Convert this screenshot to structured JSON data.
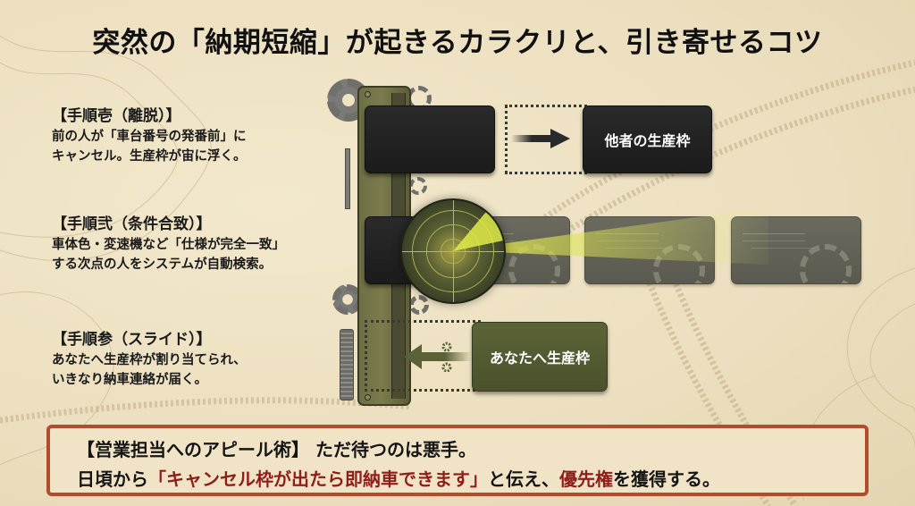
{
  "title": "突然の「納期短縮」が起きるカラクリと、引き寄せるコツ",
  "steps": [
    {
      "heading": "【手順壱（離脱）】",
      "lines": [
        "前の人が「車台番号の発番前」に",
        "キャンセル。生産枠が宙に浮く。"
      ]
    },
    {
      "heading": "【手順弐（条件合致）】",
      "lines": [
        "車体色・変速機など「仕様が完全一致」",
        "する次点の人をシステムが自動検索。"
      ]
    },
    {
      "heading": "【手順参（スライド）】",
      "lines": [
        "あなたへ生産枠が割り当てられ、",
        "いきなり納車連絡が届く。"
      ]
    }
  ],
  "diagram": {
    "others_slot_label": "他者の生産枠",
    "your_slot_label": "あなたへ生産枠",
    "candidate_count": 3,
    "colors": {
      "dark_slot": "#1f1f1f",
      "olive_slot": "#525a31",
      "candidate_slot": "#63625a",
      "radar_beam": "#dfe84a",
      "mechanism": "#6e6f44"
    }
  },
  "tip": {
    "line1": "【営業担当へのアピール術】 ただ待つのは悪手。",
    "line2_prefix": "日頃から",
    "line2_highlight": "「キャンセル枠が出たら即納車できます」",
    "line2_middle": "と伝え、",
    "line2_highlight2": "優先権",
    "line2_suffix": "を獲得する。",
    "border_color": "#b14d2c",
    "highlight_color": "#8f1d1a"
  }
}
